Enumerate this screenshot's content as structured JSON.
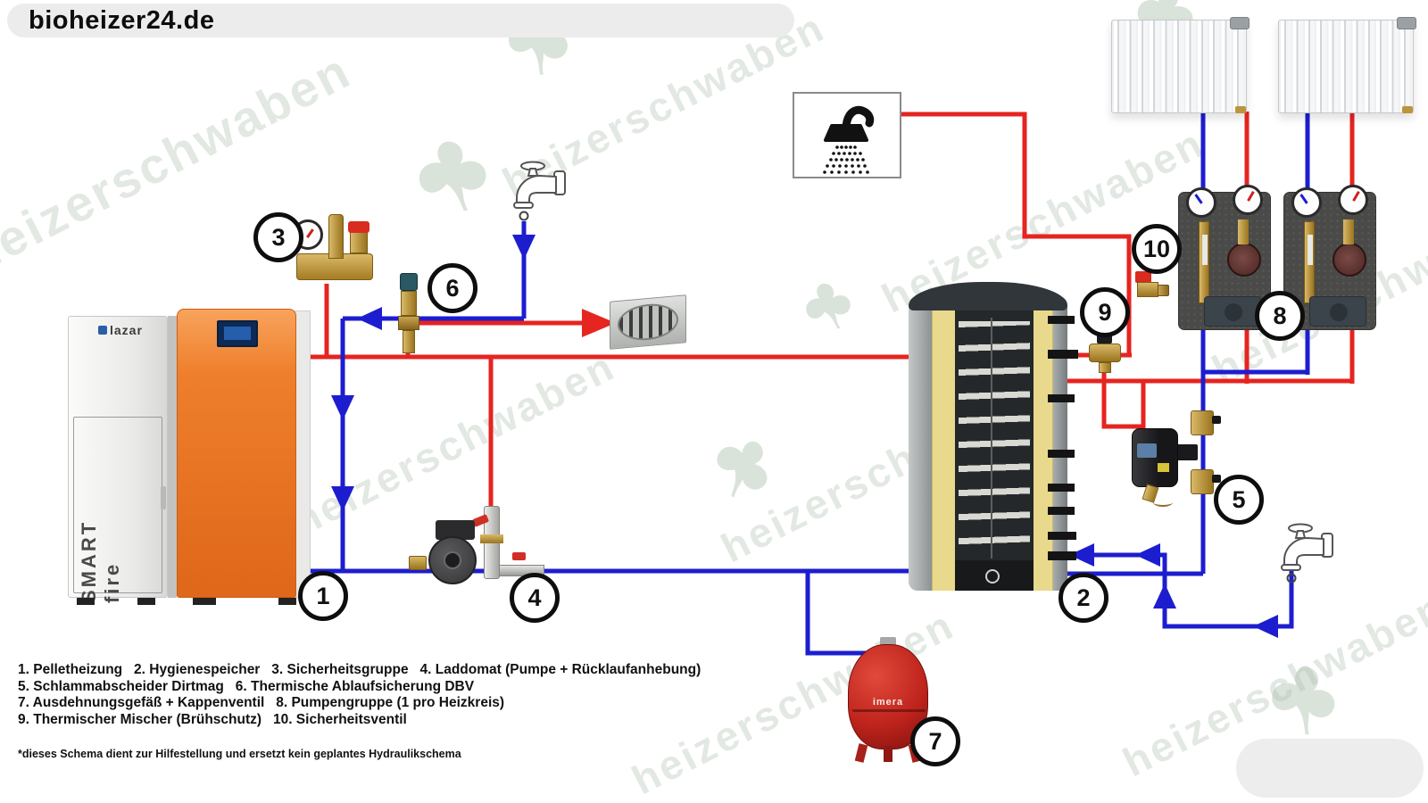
{
  "site": {
    "logo_text": "bioheizer24.de"
  },
  "watermark": {
    "text": "heizerschwaben"
  },
  "boiler": {
    "brand": "lazar",
    "model": "SMART fire"
  },
  "expansion_vessel": {
    "brand": "imera"
  },
  "markers": {
    "m1": "1",
    "m2": "2",
    "m3": "3",
    "m4": "4",
    "m5": "5",
    "m6": "6",
    "m7": "7",
    "m8": "8",
    "m9": "9",
    "m10": "10"
  },
  "legend": {
    "lines": [
      "1. Pelletheizung   2. Hygienespeicher   3. Sicherheitsgruppe   4. Laddomat (Pumpe + Rücklaufanhebung)",
      "5. Schlammabscheider Dirtmag   6. Thermische Ablaufsicherung DBV",
      "7. Ausdehnungsgefäß + Kappenventil   8. Pumpengruppe (1 pro Heizkreis)",
      "9. Thermischer Mischer (Brühschutz)   10. Sicherheitsventil"
    ],
    "footnote": "*dieses Schema dient zur Hilfestellung und ersetzt kein geplantes Hydraulikschema"
  },
  "colors": {
    "pipe_supply": "#e62420",
    "pipe_return": "#1d1dd0",
    "brass": "#bb953b",
    "brass_dark": "#8d6c22",
    "boiler_orange": "#ee7f2c",
    "insulation_yellow": "#e9d98c",
    "vessel_red": "#bf241c",
    "logo_band_gray": "#ececec",
    "watermark_green": "#c9d8c9"
  }
}
